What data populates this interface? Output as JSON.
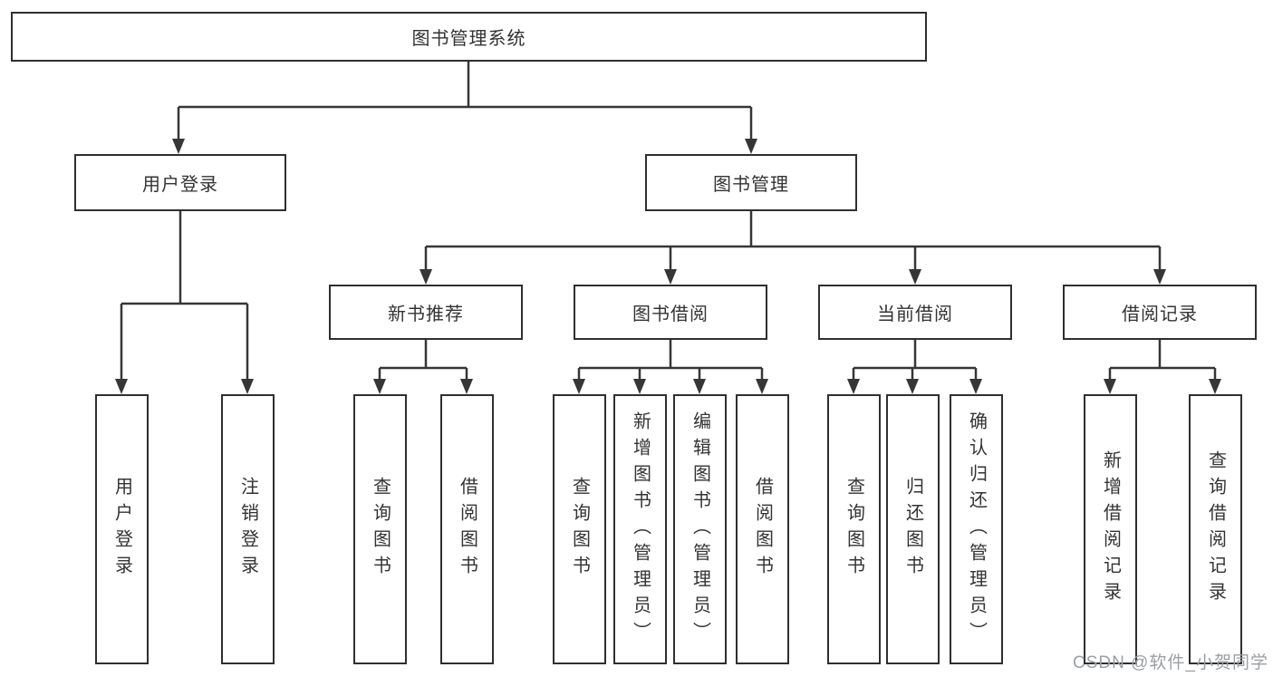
{
  "diagram": {
    "title": "图书管理系统",
    "watermark": "CSDN @软件_小贺同学",
    "colors": {
      "line": "#363636",
      "box_border": "#2f2f2f",
      "box_fill": "#ffffff",
      "text": "#333333",
      "watermark": "#9b9fa2"
    },
    "tree": {
      "root": {
        "label": "图书管理系统"
      },
      "level2": [
        {
          "label": "用户登录"
        },
        {
          "label": "图书管理"
        }
      ],
      "level3": [
        {
          "label": "新书推荐",
          "parent": "图书管理"
        },
        {
          "label": "图书借阅",
          "parent": "图书管理"
        },
        {
          "label": "当前借阅",
          "parent": "图书管理"
        },
        {
          "label": "借阅记录",
          "parent": "图书管理"
        }
      ],
      "leaves": [
        {
          "label": "用户登录",
          "parent": "用户登录"
        },
        {
          "label": "注销登录",
          "parent": "用户登录"
        },
        {
          "label": "查询图书",
          "parent": "新书推荐"
        },
        {
          "label": "借阅图书",
          "parent": "新书推荐"
        },
        {
          "label": "查询图书",
          "parent": "图书借阅"
        },
        {
          "label": "新增图书（管理员）",
          "parent": "图书借阅"
        },
        {
          "label": "编辑图书（管理员）",
          "parent": "图书借阅"
        },
        {
          "label": "借阅图书",
          "parent": "图书借阅"
        },
        {
          "label": "查询图书",
          "parent": "当前借阅"
        },
        {
          "label": "归还图书",
          "parent": "当前借阅"
        },
        {
          "label": "确认归还（管理员）",
          "parent": "当前借阅"
        },
        {
          "label": "新增借阅记录",
          "parent": "借阅记录"
        },
        {
          "label": "查询借阅记录",
          "parent": "借阅记录"
        }
      ]
    }
  }
}
